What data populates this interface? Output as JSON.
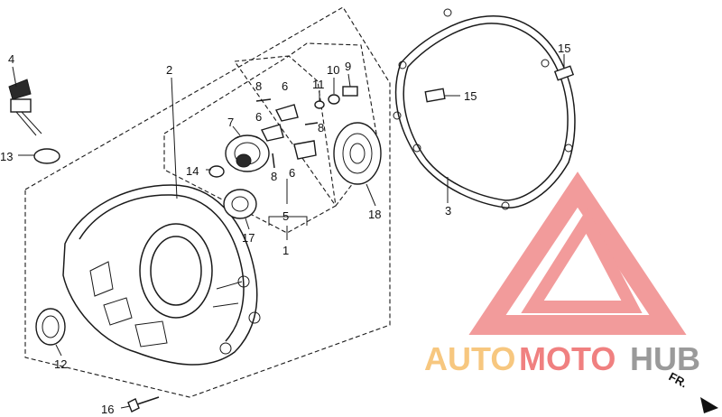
{
  "callouts": [
    "1",
    "2",
    "3",
    "4",
    "5",
    "6",
    "6",
    "6",
    "7",
    "8",
    "8",
    "8",
    "9",
    "10",
    "11",
    "12",
    "13",
    "14",
    "15",
    "15",
    "16",
    "17",
    "18"
  ],
  "direction_label": "FR.",
  "watermark": {
    "part1": "AUTO",
    "part2": "MOTO",
    "part3": "HUB",
    "color_auto": "#f7c77f",
    "color_moto": "#f08080",
    "color_hub": "#9a9a9a",
    "logo_color": "#f08a8a"
  }
}
